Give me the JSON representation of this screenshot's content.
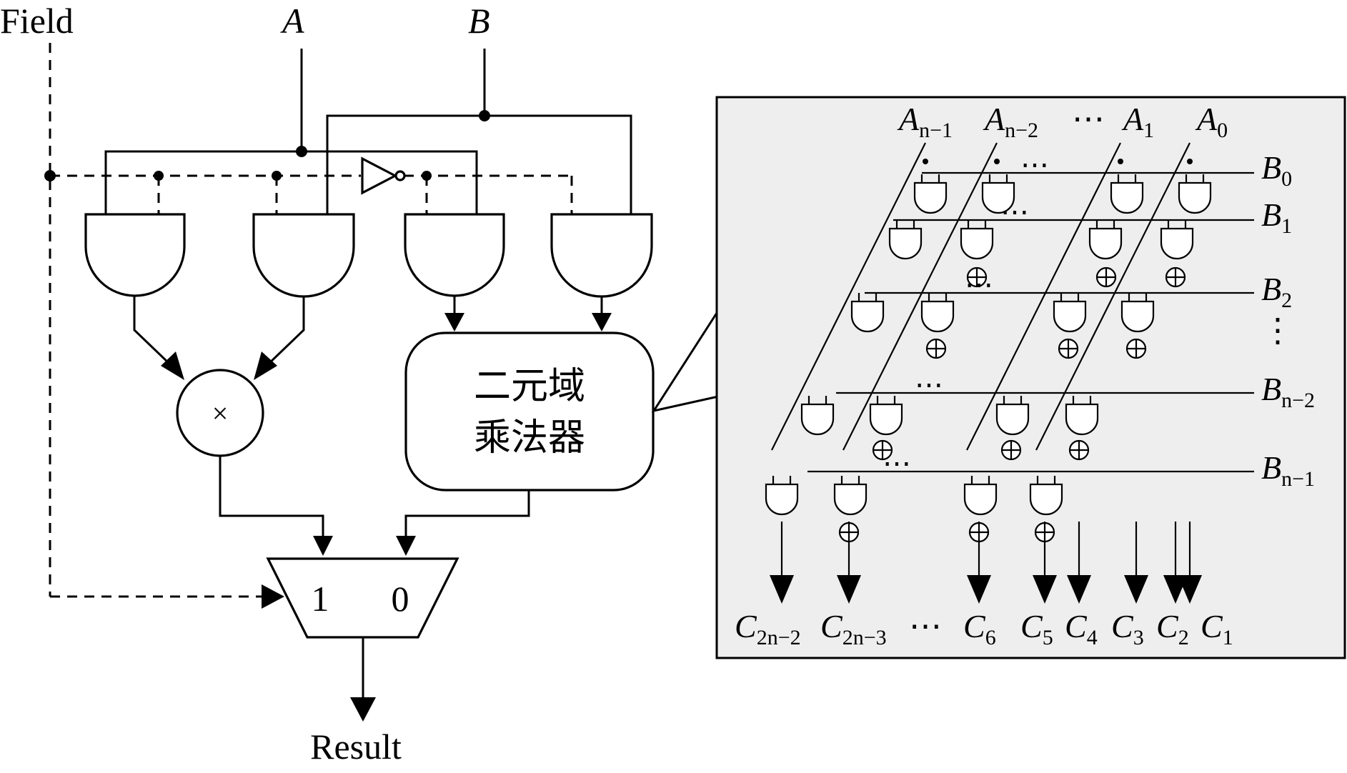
{
  "labels": {
    "field": "Field",
    "a": "A",
    "b": "B",
    "result": "Result",
    "mux_in1": "1",
    "mux_in0": "0",
    "multiplier_symbol": "×",
    "binary_multiplier_line1": "二元域",
    "binary_multiplier_line2": "乘法器"
  },
  "detail": {
    "a_inputs": [
      {
        "base": "A",
        "sub": "n−1"
      },
      {
        "base": "A",
        "sub": "n−2"
      },
      {
        "base": "⋯",
        "sub": ""
      },
      {
        "base": "A",
        "sub": "1"
      },
      {
        "base": "A",
        "sub": "0"
      }
    ],
    "b_inputs": [
      {
        "base": "B",
        "sub": "0"
      },
      {
        "base": "B",
        "sub": "1"
      },
      {
        "base": "B",
        "sub": "2"
      },
      {
        "base": "⋮",
        "sub": ""
      },
      {
        "base": "B",
        "sub": "n−2"
      },
      {
        "base": "B",
        "sub": "n−1"
      }
    ],
    "c_outputs": [
      {
        "base": "C",
        "sub": "2n−2"
      },
      {
        "base": "C",
        "sub": "2n−3"
      },
      {
        "base": "⋯",
        "sub": ""
      },
      {
        "base": "C",
        "sub": "6"
      },
      {
        "base": "C",
        "sub": "5"
      },
      {
        "base": "C",
        "sub": "4"
      },
      {
        "base": "C",
        "sub": "3"
      },
      {
        "base": "C",
        "sub": "2"
      },
      {
        "base": "C",
        "sub": "1"
      }
    ],
    "row_ellipsis": "⋯"
  }
}
